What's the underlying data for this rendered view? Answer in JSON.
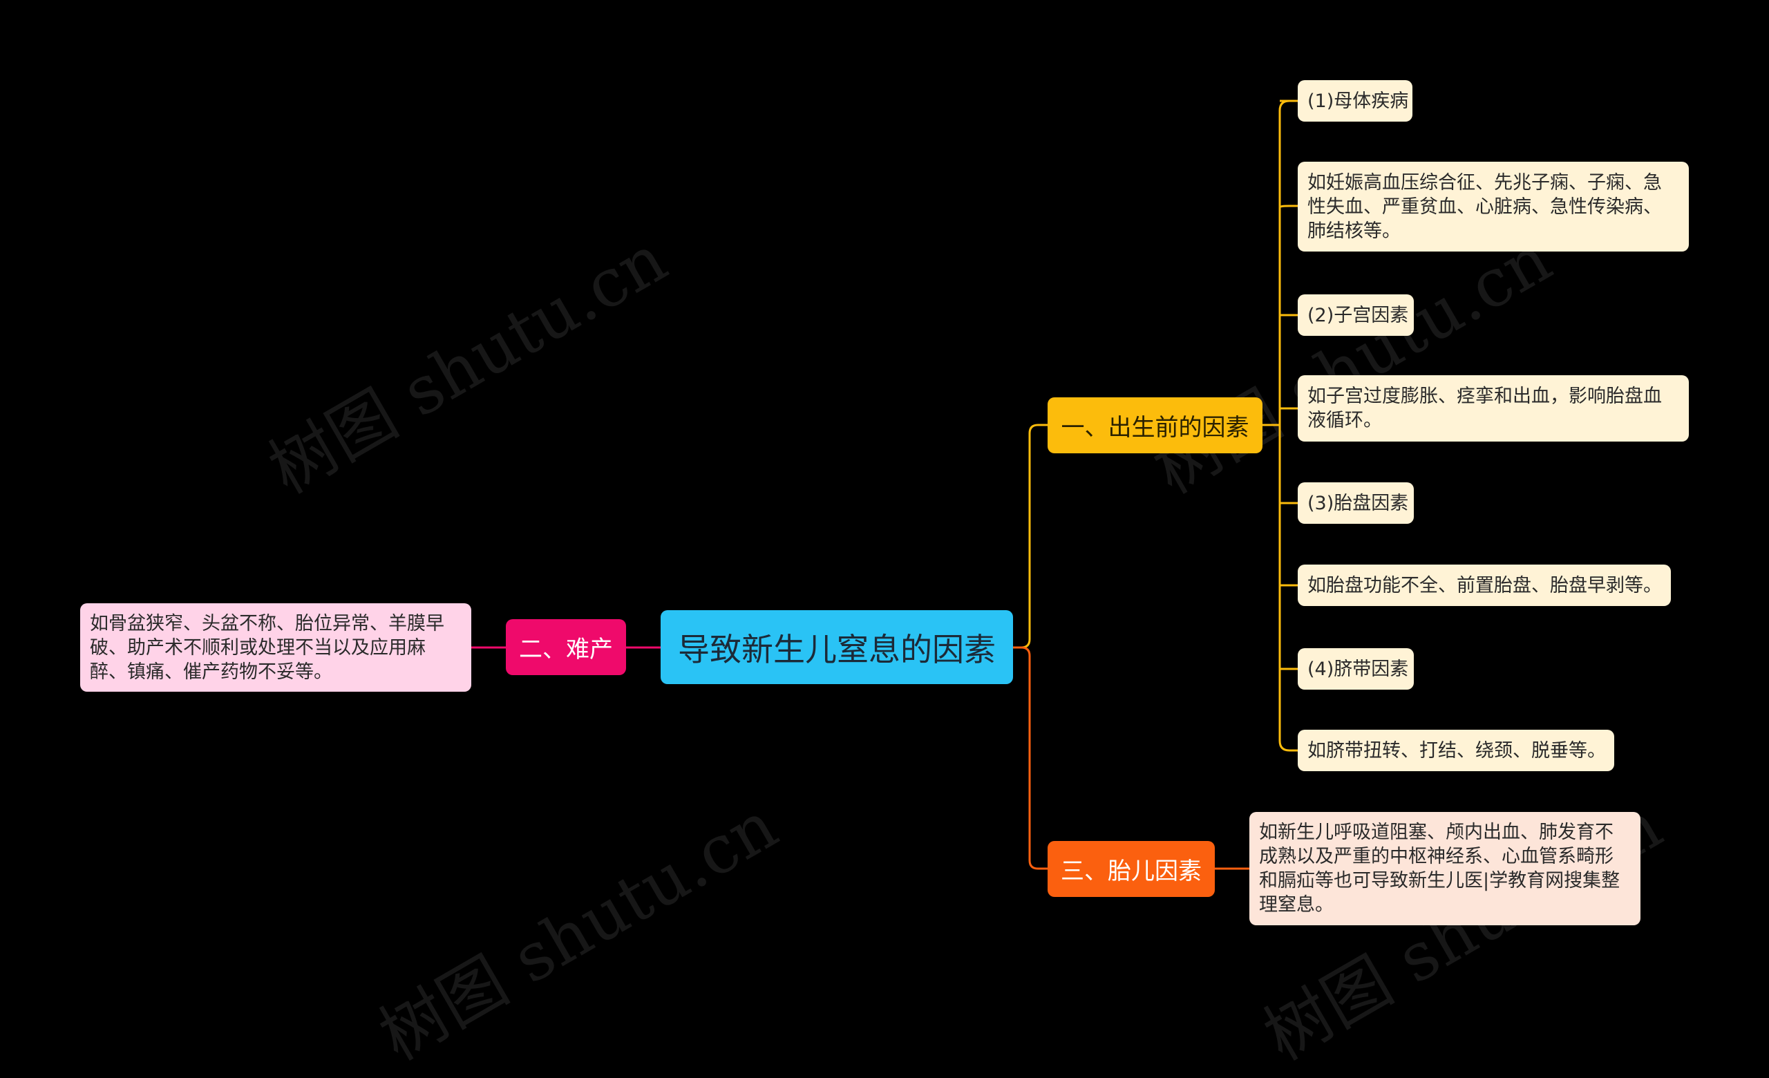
{
  "watermark": "树图 shutu.cn",
  "colors": {
    "background": "#000000",
    "root": "#2ac3f5",
    "branch_prenatal": "#fcbc0c",
    "branch_dystocia": "#ef0a6b",
    "branch_fetal": "#fb600f",
    "leaf_prenatal": "#fff3d6",
    "leaf_dystocia": "#ffd3e8",
    "leaf_fetal": "#fde5d9"
  },
  "root": {
    "label": "导致新生儿窒息的因素"
  },
  "branches": {
    "prenatal": {
      "label": "一、出生前的因素",
      "items": [
        "(1)母体疾病",
        "如妊娠高血压综合征、先兆子痫、子痫、急性失血、严重贫血、心脏病、急性传染病、肺结核等。",
        "(2)子宫因素",
        "如子宫过度膨胀、痉挛和出血，影响胎盘血液循环。",
        "(3)胎盘因素",
        "如胎盘功能不全、前置胎盘、胎盘早剥等。",
        "(4)脐带因素",
        "如脐带扭转、打结、绕颈、脱垂等。"
      ]
    },
    "dystocia": {
      "label": "二、难产",
      "items": [
        "如骨盆狭窄、头盆不称、胎位异常、羊膜早破、助产术不顺利或处理不当以及应用麻醉、镇痛、催产药物不妥等。"
      ]
    },
    "fetal": {
      "label": "三、胎儿因素",
      "items": [
        "如新生儿呼吸道阻塞、颅内出血、肺发育不成熟以及严重的中枢神经系、心血管系畸形和膈疝等也可导致新生儿医|学教育网搜集整理窒息。"
      ]
    }
  }
}
